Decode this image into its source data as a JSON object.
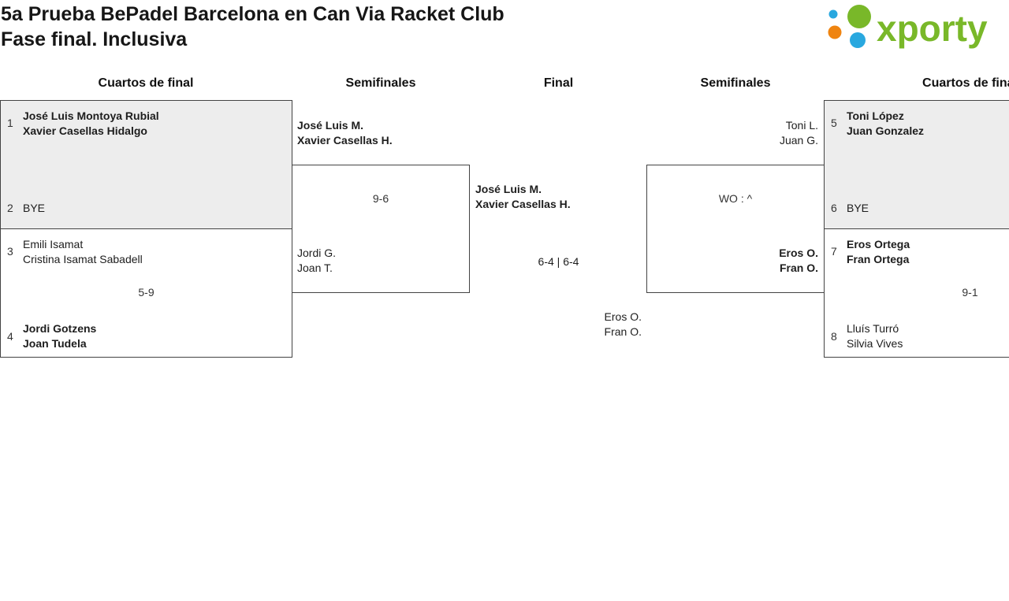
{
  "header": {
    "title_line1": "5a Prueba BePadel Barcelona en Can Via Racket Club",
    "title_line2": "Fase final. Inclusiva",
    "logo_text": "xporty"
  },
  "round_labels": {
    "left_quarter": "Cuartos de final",
    "left_semi": "Semifinales",
    "final": "Final",
    "right_semi": "Semifinales",
    "right_quarter": "Cuartos de final"
  },
  "matches": {
    "left_qf1": {
      "seed_a": "1",
      "team_a1": "José Luis Montoya Rubial",
      "team_a2": "Xavier Casellas Hidalgo",
      "seed_b": "2",
      "team_b1": "BYE"
    },
    "left_qf2": {
      "seed_a": "3",
      "team_a1": "Emili Isamat",
      "team_a2": "Cristina Isamat Sabadell",
      "score": "5-9",
      "seed_b": "4",
      "team_b1": "Jordi Gotzens",
      "team_b2": "Joan Tudela"
    },
    "left_sf": {
      "team_a1": "José Luis M.",
      "team_a2": "Xavier Casellas H.",
      "score": "9-6",
      "team_b1": "Jordi G.",
      "team_b2": "Joan T."
    },
    "final": {
      "team_a1": "José Luis M.",
      "team_a2": "Xavier Casellas H.",
      "score": "6-4 | 6-4",
      "team_b1": "Eros O.",
      "team_b2": "Fran O."
    },
    "right_sf": {
      "team_a1": "Toni L.",
      "team_a2": "Juan G.",
      "score": "WO : ^",
      "team_b1": "Eros O.",
      "team_b2": "Fran O."
    },
    "right_qf1": {
      "seed_a": "5",
      "team_a1": "Toni López",
      "team_a2": "Juan Gonzalez",
      "seed_b": "6",
      "team_b1": "BYE"
    },
    "right_qf2": {
      "seed_a": "7",
      "team_a1": "Eros Ortega",
      "team_a2": "Fran Ortega",
      "score": "9-1",
      "seed_b": "8",
      "team_b1": "Lluís Turró",
      "team_b2": "Silvia Vives"
    }
  },
  "colors": {
    "highlight_box": "#ededed",
    "border": "#434343",
    "logo_green": "#79b829",
    "logo_blue": "#29a8df",
    "logo_orange": "#ef8410"
  }
}
